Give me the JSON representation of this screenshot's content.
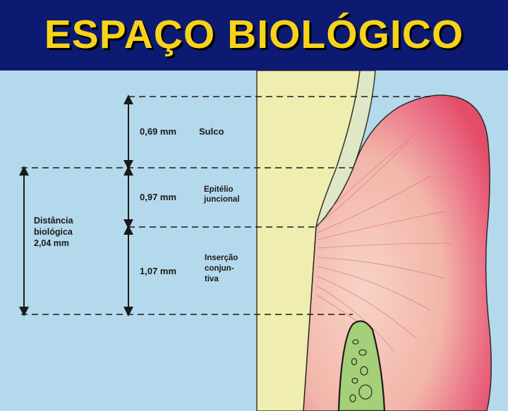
{
  "header": {
    "title": "ESPAÇO BIOLÓGICO"
  },
  "colors": {
    "header_bg": "#0c1a72",
    "title": "#f7d21a",
    "background": "#b5d9ec",
    "tooth": "#efeeb0",
    "enamel": "#dfe8c6",
    "gingiva_dark": "#e8506c",
    "gingiva_light": "#f5cec1",
    "bone": "#a6cf7a"
  },
  "measurements": [
    {
      "value": "0,69 mm",
      "label": [
        "Sulco"
      ]
    },
    {
      "value": "0,97 mm",
      "label": [
        "Epitélio",
        "juncional"
      ]
    },
    {
      "value": "1,07 mm",
      "label": [
        "Inserção",
        "conjun-",
        "tiva"
      ]
    }
  ],
  "biological_distance": {
    "lines": [
      "Distância",
      "biológica",
      "2,04 mm"
    ]
  }
}
